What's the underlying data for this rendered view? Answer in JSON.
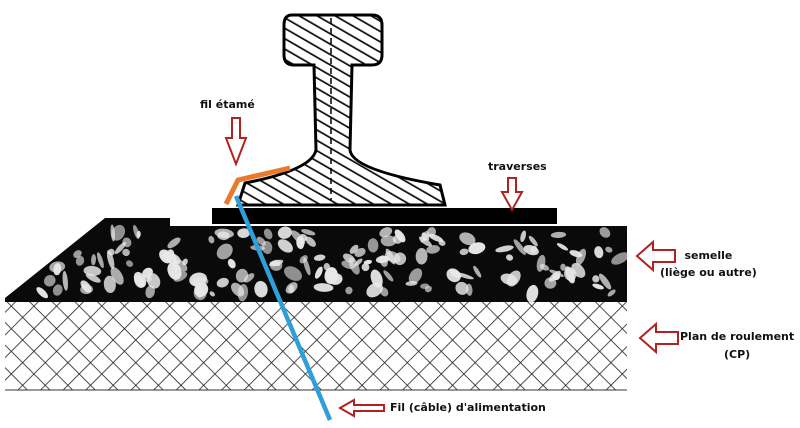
{
  "labels": {
    "tinned_wire": "fil étamé",
    "sleepers": "traverses",
    "sole_line1": "semelle",
    "sole_line2": "(liège ou autre)",
    "roadbed_line1": "Plan de roulement",
    "roadbed_line2": "(CP)",
    "feed_wire": "Fil (câble) d'alimentation"
  },
  "colors": {
    "arrow": "#b22222",
    "wire_blue": "#2e9fd8",
    "wire_orange": "#e87a2a"
  }
}
